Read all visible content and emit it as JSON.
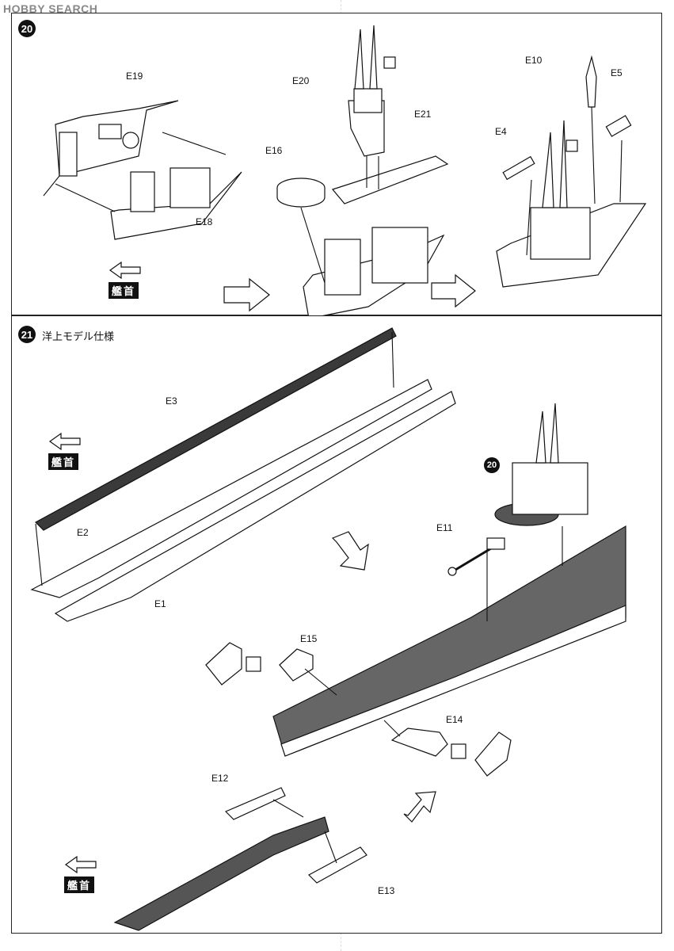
{
  "watermark": "HOBBY SEARCH",
  "step20": {
    "number": "20",
    "bow_label": "艦首",
    "parts": [
      "E19",
      "E18",
      "E20",
      "E21",
      "E16",
      "E10",
      "E5",
      "E4"
    ]
  },
  "step21": {
    "number": "21",
    "title": "洋上モデル仕様",
    "ref_badge": "20",
    "bow_label_1": "艦首",
    "bow_label_2": "艦首",
    "parts": [
      "E3",
      "E2",
      "E1",
      "E11",
      "E15",
      "E14",
      "E12",
      "E13"
    ]
  }
}
